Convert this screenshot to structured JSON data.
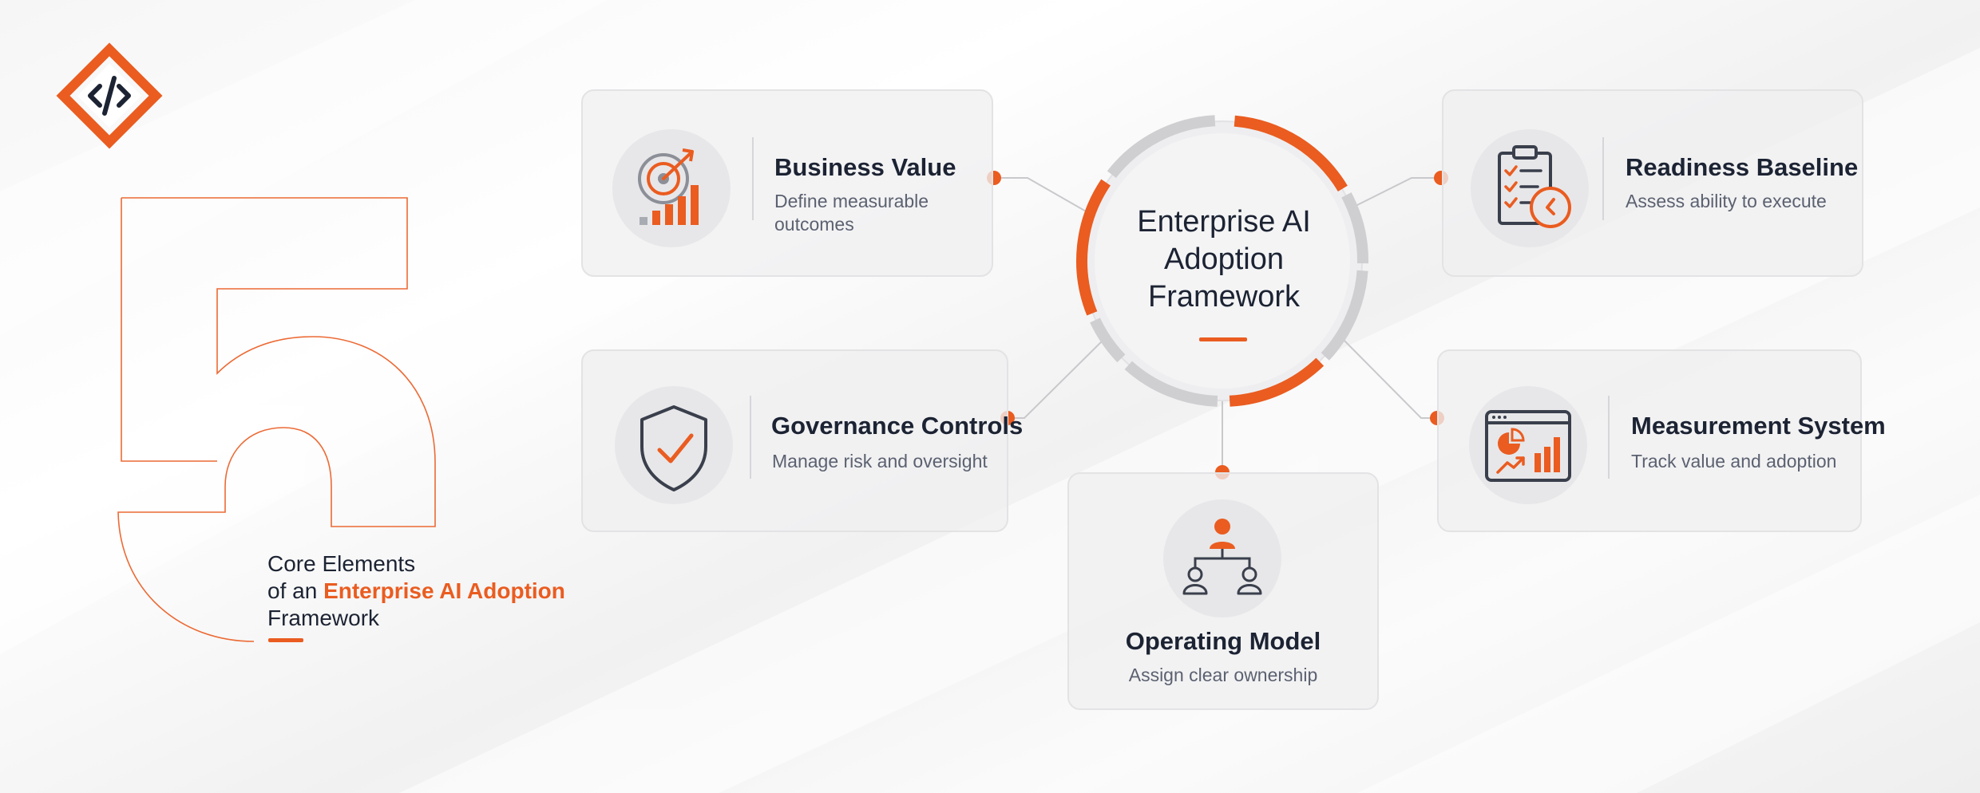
{
  "colors": {
    "accent": "#ea5c20",
    "dark_text": "#1c2333",
    "sub_text": "#5b6170",
    "ring_gray": "#cfcfd2"
  },
  "hero": {
    "big_number": "5",
    "line1": "Core Elements",
    "line2_prefix": "of an ",
    "line2_accent": "Enterprise AI Adoption",
    "line3": "Framework"
  },
  "center": {
    "line1": "Enterprise AI",
    "line2": "Adoption",
    "line3": "Framework"
  },
  "elements": {
    "business_value": {
      "title": "Business Value",
      "sub1": "Define measurable",
      "sub2": "outcomes",
      "icon": "target-growth-icon"
    },
    "governance": {
      "title": "Governance Controls",
      "sub1": "Manage risk and oversight",
      "icon": "shield-check-icon"
    },
    "operating_model": {
      "title": "Operating Model",
      "sub1": "Assign clear ownership",
      "icon": "org-chart-icon"
    },
    "readiness": {
      "title": "Readiness Baseline",
      "sub1": "Assess ability to execute",
      "icon": "clipboard-clock-icon"
    },
    "measurement": {
      "title": "Measurement System",
      "sub1": "Track value and adoption",
      "icon": "dashboard-chart-icon"
    }
  }
}
